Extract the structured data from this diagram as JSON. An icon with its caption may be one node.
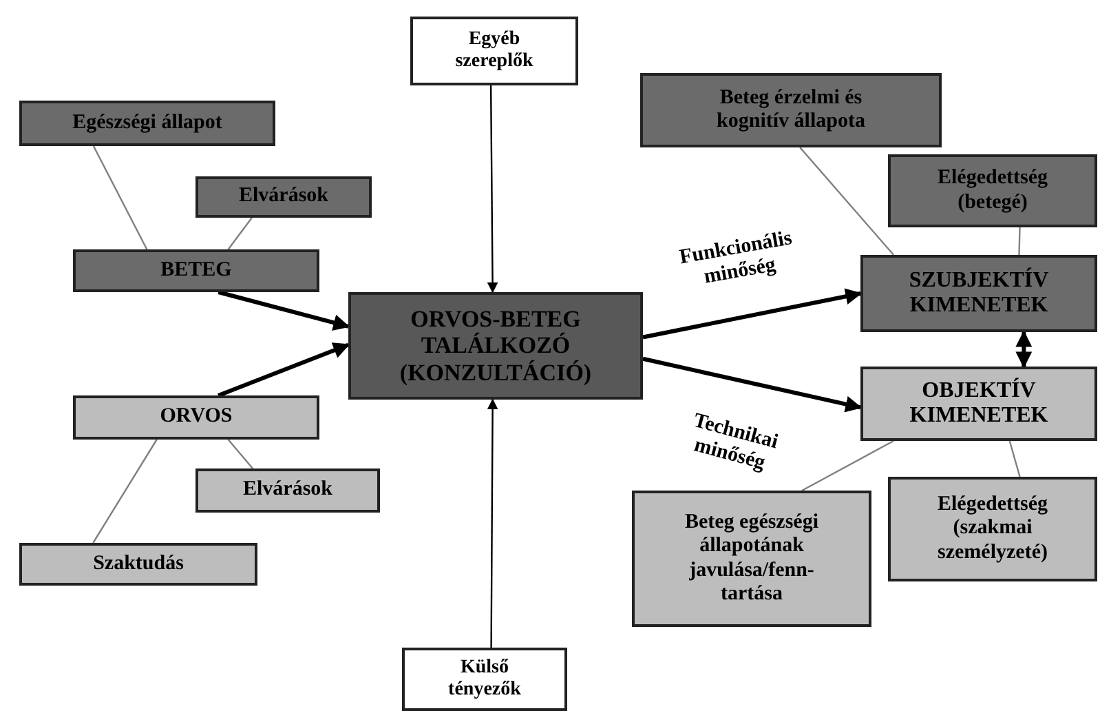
{
  "diagram": {
    "nodes": [
      {
        "text": [
          "Egyéb szereplők"
        ]
      },
      {
        "text": [
          "Egészségi állapot"
        ]
      },
      {
        "text": [
          "Elvárások"
        ]
      },
      {
        "text": [
          "BETEG"
        ]
      },
      {
        "text": [
          "ORVOS-BETEG TALÁLKOZÓ (KONZULTÁCIÓ)"
        ]
      },
      {
        "text": [
          "Beteg érzelmi és kognitív állapota"
        ]
      },
      {
        "text": [
          "Elégedettség (betegé)"
        ]
      },
      {
        "text": [
          "SZUBJEKTÍV KIMENETEK"
        ]
      },
      {
        "text": [
          "ORVOS"
        ]
      },
      {
        "text": [
          "Elvárások"
        ]
      },
      {
        "text": [
          "Szaktudás"
        ]
      },
      {
        "text": [
          "OBJEKTÍV KIMENETEK"
        ]
      },
      {
        "text": [
          "Beteg egészségi állapotának javulása/fenn-tartása"
        ]
      },
      {
        "text": [
          "Elégedettség (szakmai személyzeté)"
        ]
      },
      {
        "text": [
          "Külső tényezők"
        ]
      }
    ],
    "edges": [
      {
        "from": 1,
        "to": 3,
        "arrow": "none"
      },
      {
        "from": 2,
        "to": 3,
        "arrow": "none"
      },
      {
        "from": 3,
        "to": 4,
        "arrow": "to",
        "style": "thick",
        "color": "#000000"
      },
      {
        "from": 8,
        "to": 4,
        "arrow": "to",
        "style": "thick",
        "color": "#000000"
      },
      {
        "from": 0,
        "to": 4,
        "arrow": "to",
        "color": "#000000"
      },
      {
        "from": 14,
        "to": 4,
        "arrow": "to",
        "color": "#000000"
      },
      {
        "from": 4,
        "to": 7,
        "arrow": "to",
        "style": "thick",
        "label": "Funkcionális minőség",
        "color": "#000000"
      },
      {
        "from": 4,
        "to": 11,
        "arrow": "to",
        "style": "thick",
        "label": "Technikai minőség",
        "color": "#000000"
      },
      {
        "from": 7,
        "to": 11,
        "arrow": "both",
        "style": "thick",
        "color": "#000000"
      },
      {
        "from": 5,
        "to": 7,
        "arrow": "none"
      },
      {
        "from": 6,
        "to": 7,
        "arrow": "none"
      },
      {
        "from": 8,
        "to": 9,
        "arrow": "none"
      },
      {
        "from": 8,
        "to": 10,
        "arrow": "none"
      },
      {
        "from": 11,
        "to": 12,
        "arrow": "none"
      },
      {
        "from": 11,
        "to": 13,
        "arrow": "none"
      }
    ]
  }
}
